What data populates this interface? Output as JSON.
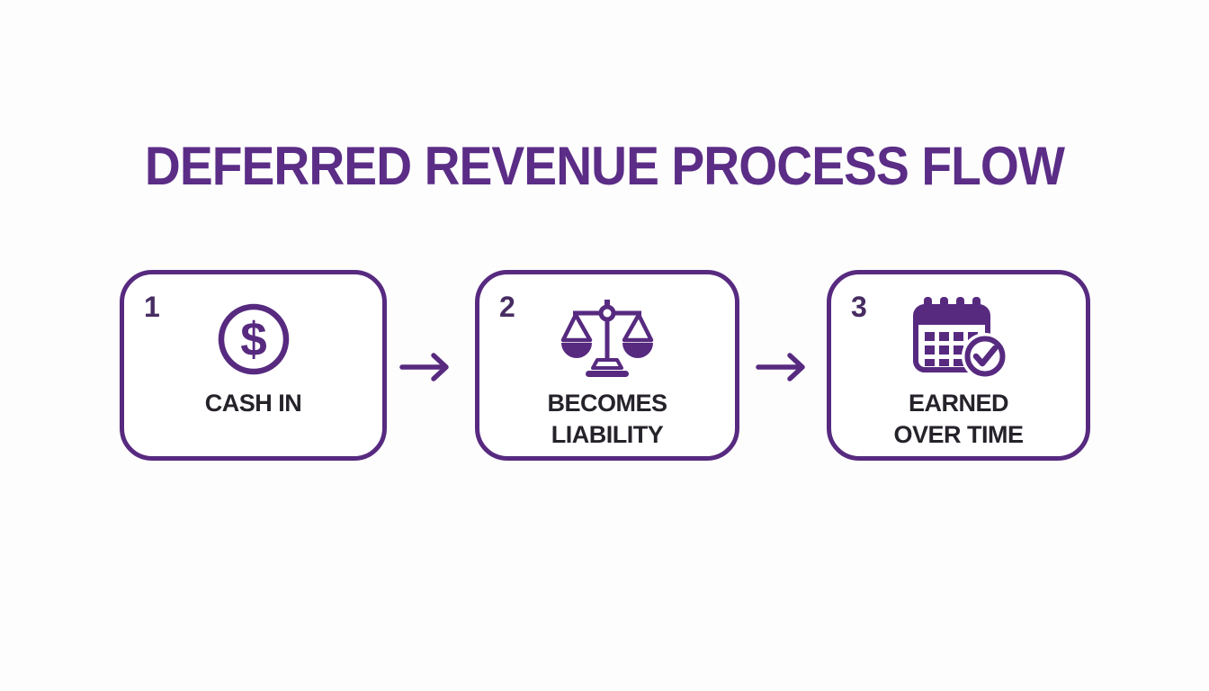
{
  "title": "DEFERRED REVENUE PROCESS FLOW",
  "colors": {
    "title_purple": "#5b2d86",
    "border_purple": "#572a80",
    "icon_purple": "#572a80",
    "number_purple": "#472c62",
    "label_dark": "#26222a",
    "background": "#fdfdfd"
  },
  "steps": [
    {
      "number": "1",
      "icon": "dollar-circle-icon",
      "line1": "CASH IN",
      "line2": ""
    },
    {
      "number": "2",
      "icon": "balance-scale-icon",
      "line1": "BECOMES",
      "line2": "LIABILITY"
    },
    {
      "number": "3",
      "icon": "calendar-check-icon",
      "line1": "EARNED",
      "line2": "OVER TIME"
    }
  ],
  "icons": {
    "dollar_glyph": "$"
  }
}
